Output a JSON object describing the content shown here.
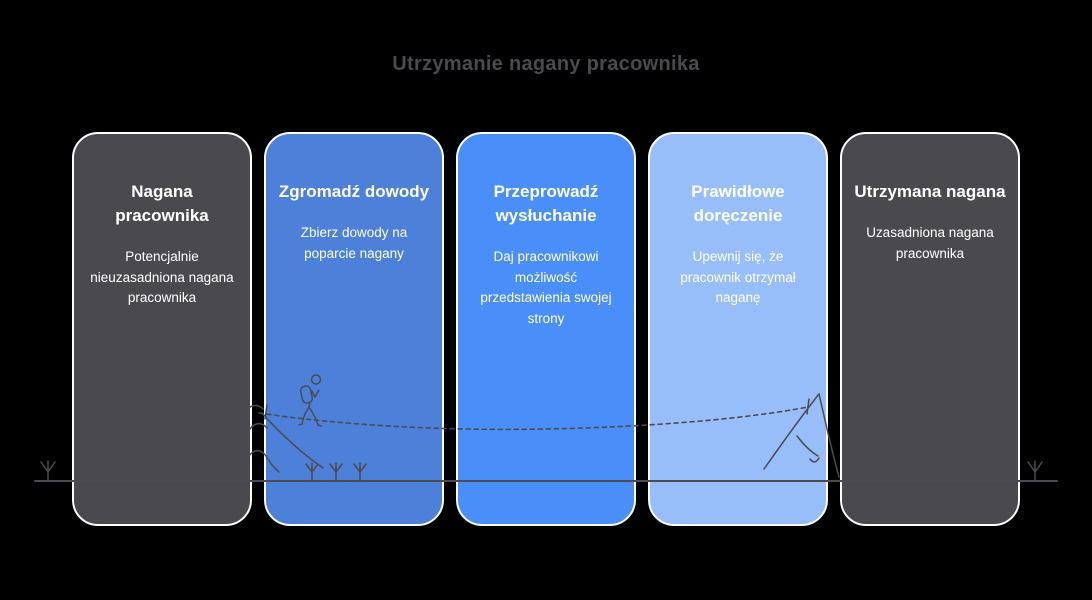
{
  "title": "Utrzymanie nagany pracownika",
  "colors": {
    "background": "#000000",
    "title_text": "#4a4a4f",
    "card_border": "#ffffff",
    "card_text": "#ffffff",
    "illustration_stroke": "#4b4b51",
    "dark_card_bg": "#4a4a4e",
    "blue_medium": "#4c80d9",
    "blue_bright": "#4a8ff9",
    "blue_light": "#98befa"
  },
  "cards": [
    {
      "title": "Nagana pracownika",
      "description": "Potencjalnie nieuzasadniona nagana pracownika",
      "bg": "#4a4a4e",
      "fg": "#ffffff"
    },
    {
      "title": "Zgromadź dowody",
      "description": "Zbierz dowody na poparcie nagany",
      "bg": "#4c80d9",
      "fg": "#ffffff"
    },
    {
      "title": "Przeprowadź wysłuchanie",
      "description": "Daj pracownikowi możliwość przedstawienia swojej strony",
      "bg": "#4a8ff9",
      "fg": "#ffffff"
    },
    {
      "title": "Prawidłowe doręczenie",
      "description": "Upewnij się, że pracownik otrzymał naganę",
      "bg": "#98befa",
      "fg": "#ffffff"
    },
    {
      "title": "Utrzymana nagana",
      "description": "Uzasadniona nagana pracownika",
      "bg": "#4a4a4e",
      "fg": "#ffffff"
    }
  ],
  "illustration": {
    "icons": [
      "tightrope-walker-icon",
      "rope-dashed-line",
      "rope-anchor-tick",
      "mountain-left-icon",
      "mountain-right-icon",
      "ground-line",
      "plant-icon"
    ]
  }
}
